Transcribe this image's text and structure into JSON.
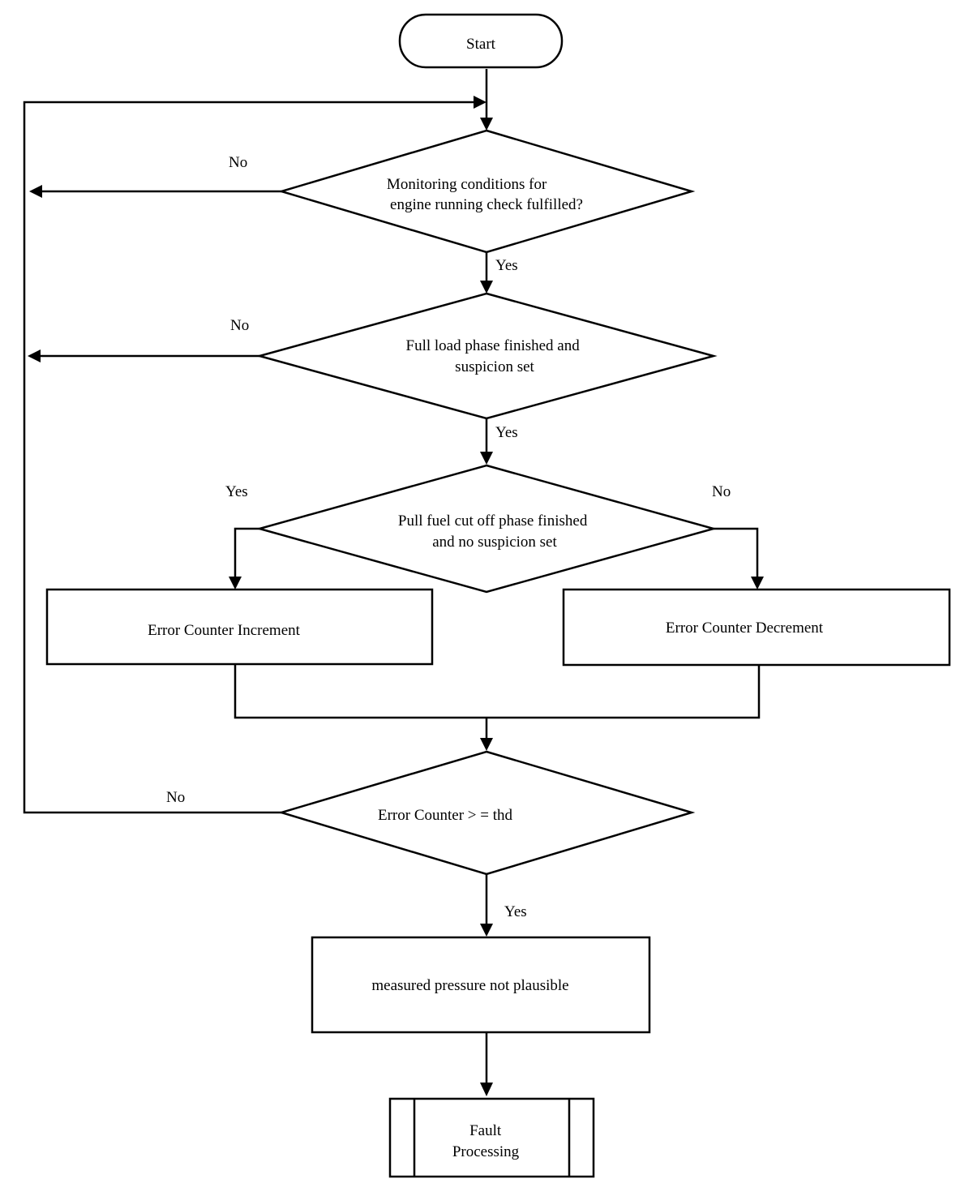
{
  "nodes": {
    "start": "Start",
    "check_conditions": [
      "Monitoring  conditions for",
      "engine running check fulfilled?"
    ],
    "full_load": [
      "Full load phase finished and",
      "suspicion set"
    ],
    "fuel_cut": [
      "Pull fuel cut off phase finished",
      "and no suspicion set"
    ],
    "increment": "Error Counter Increment",
    "decrement": "Error Counter Decrement",
    "threshold": "Error Counter > = thd",
    "not_plausible": "measured pressure not plausible",
    "fault": [
      "Fault",
      "Processing"
    ]
  },
  "labels": {
    "no_1": "No",
    "yes_1": "Yes",
    "no_2": "No",
    "yes_2": "Yes",
    "yes_left": "Yes",
    "no_right": "No",
    "no_4": "No",
    "yes_4": "Yes"
  }
}
